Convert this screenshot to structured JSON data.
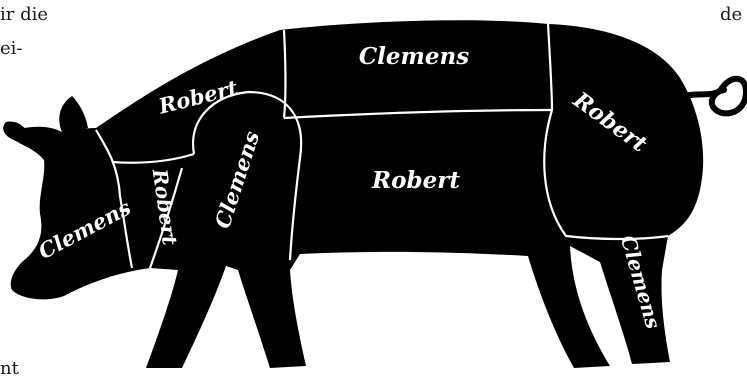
{
  "background_text": {
    "top_left_line1": "ir die",
    "top_left_line2": "ei-",
    "top_right": "de",
    "bottom_left": "nt"
  },
  "colors": {
    "silhouette": "#000000",
    "divider": "#ffffff",
    "label": "#ffffff",
    "page": "#ffffff"
  },
  "pig_diagram": {
    "labels": {
      "head": "Clemens",
      "neck": "Robert",
      "shoulder_top": "Robert",
      "front_leg": "Clemens",
      "back_top": "Clemens",
      "belly": "Robert",
      "ham": "Robert",
      "hind_leg": "Clemens"
    }
  }
}
